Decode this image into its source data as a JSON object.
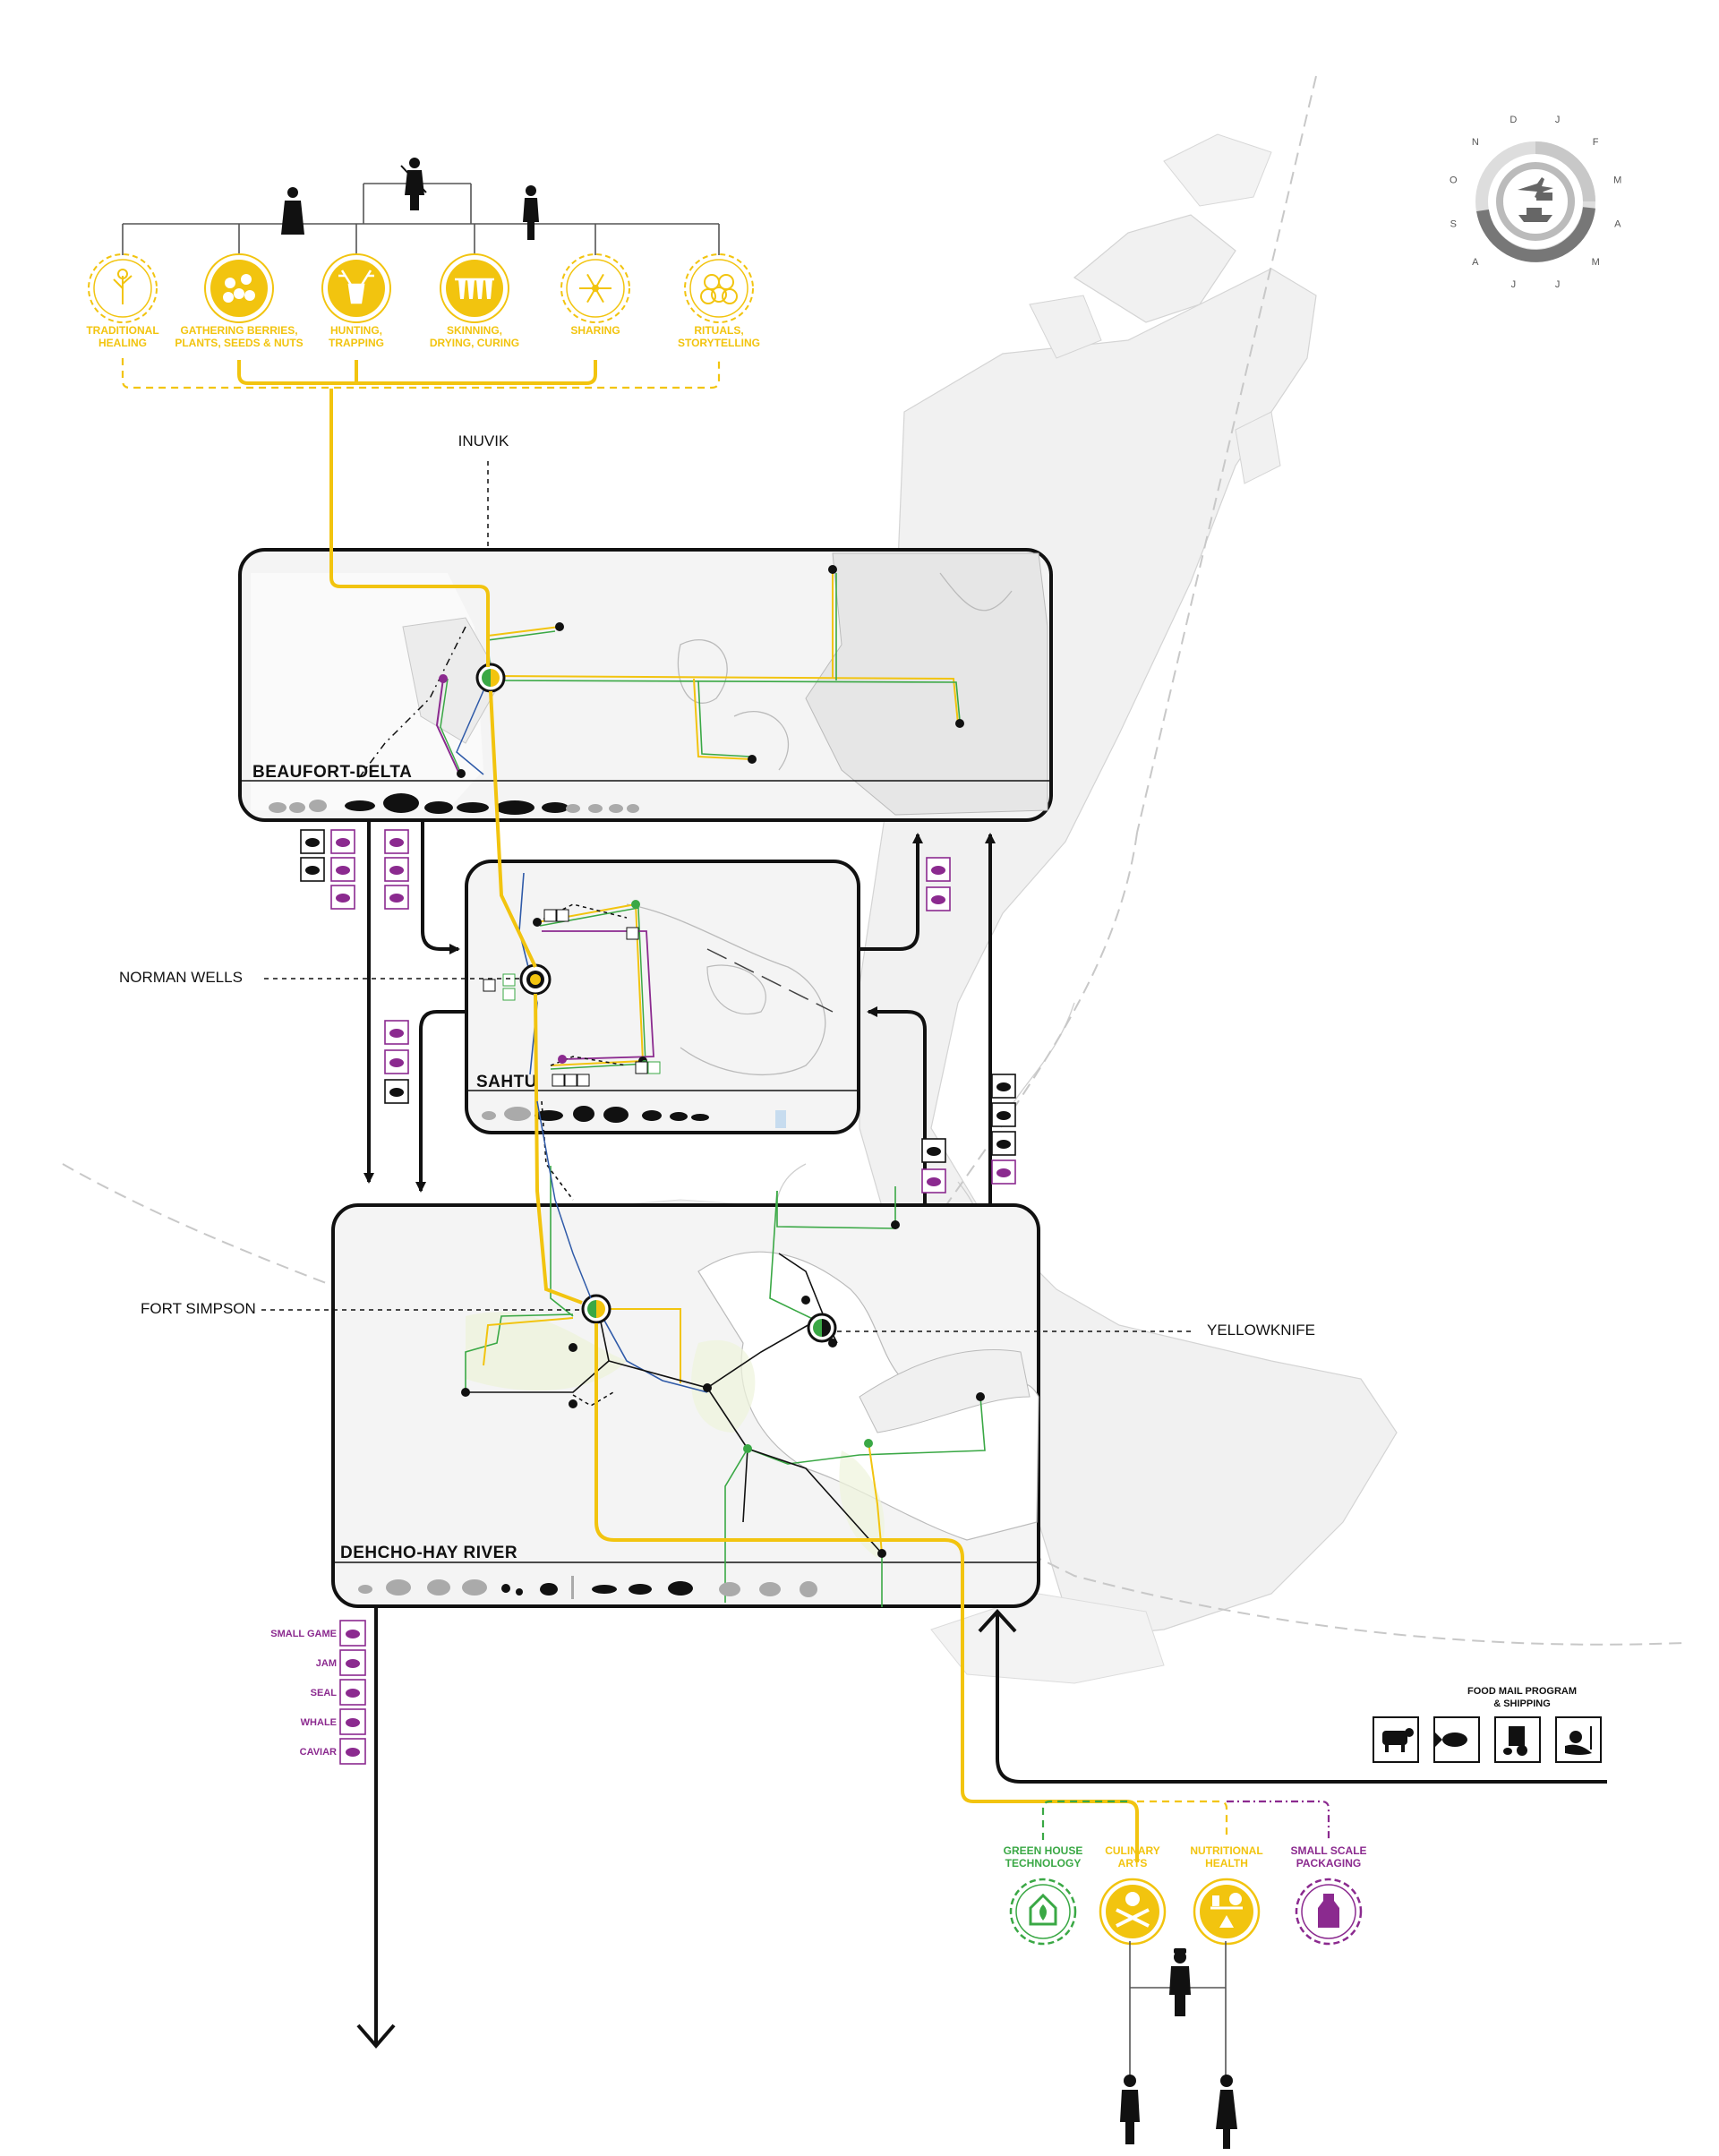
{
  "top_activities": [
    {
      "line1": "TRADITIONAL",
      "line2": "HEALING",
      "icon": "healing-plant-icon"
    },
    {
      "line1": "GATHERING BERRIES,",
      "line2": "PLANTS, SEEDS & NUTS",
      "icon": "berries-icon"
    },
    {
      "line1": "HUNTING,",
      "line2": "TRAPPING",
      "icon": "caribou-head-icon"
    },
    {
      "line1": "SKINNING,",
      "line2": "DRYING, CURING",
      "icon": "drying-rack-icon"
    },
    {
      "line1": "SHARING",
      "line2": "",
      "icon": "sharing-icon"
    },
    {
      "line1": "RITUALS,",
      "line2": "STORYTELLING",
      "icon": "rituals-icon"
    }
  ],
  "cities": {
    "inuvik": "INUVIK",
    "norman_wells": "NORMAN WELLS",
    "fort_simpson": "FORT SIMPSON",
    "yellowknife": "YELLOWKNIFE"
  },
  "regions": {
    "beaufort": "BEAUFORT-DELTA",
    "sahtu": "SAHTU",
    "dehcho": "DEHCHO-HAY RIVER"
  },
  "export_products": [
    "SMALL GAME",
    "JAM",
    "SEAL",
    "WHALE",
    "CAVIAR"
  ],
  "food_mail": {
    "line1": "FOOD MAIL PROGRAM",
    "line2": "& SHIPPING"
  },
  "bottom_activities": [
    {
      "line1": "GREEN HOUSE",
      "line2": "TECHNOLOGY",
      "color": "green",
      "icon": "greenhouse-icon"
    },
    {
      "line1": "CULINARY",
      "line2": "ARTS",
      "color": "yellow",
      "icon": "culinary-icon"
    },
    {
      "line1": "NUTRITIONAL",
      "line2": "HEALTH",
      "color": "yellow",
      "icon": "nutrition-icon"
    },
    {
      "line1": "SMALL SCALE",
      "line2": "PACKAGING",
      "color": "purple",
      "icon": "packaging-icon"
    }
  ],
  "calendar_months": [
    "J",
    "F",
    "M",
    "A",
    "M",
    "J",
    "J",
    "A",
    "S",
    "O",
    "N",
    "D"
  ],
  "colors": {
    "yellow": "#f2c40f",
    "green": "#3aa845",
    "purple": "#8b2a8f",
    "blue": "#2f5aa8",
    "dark": "#111111"
  }
}
